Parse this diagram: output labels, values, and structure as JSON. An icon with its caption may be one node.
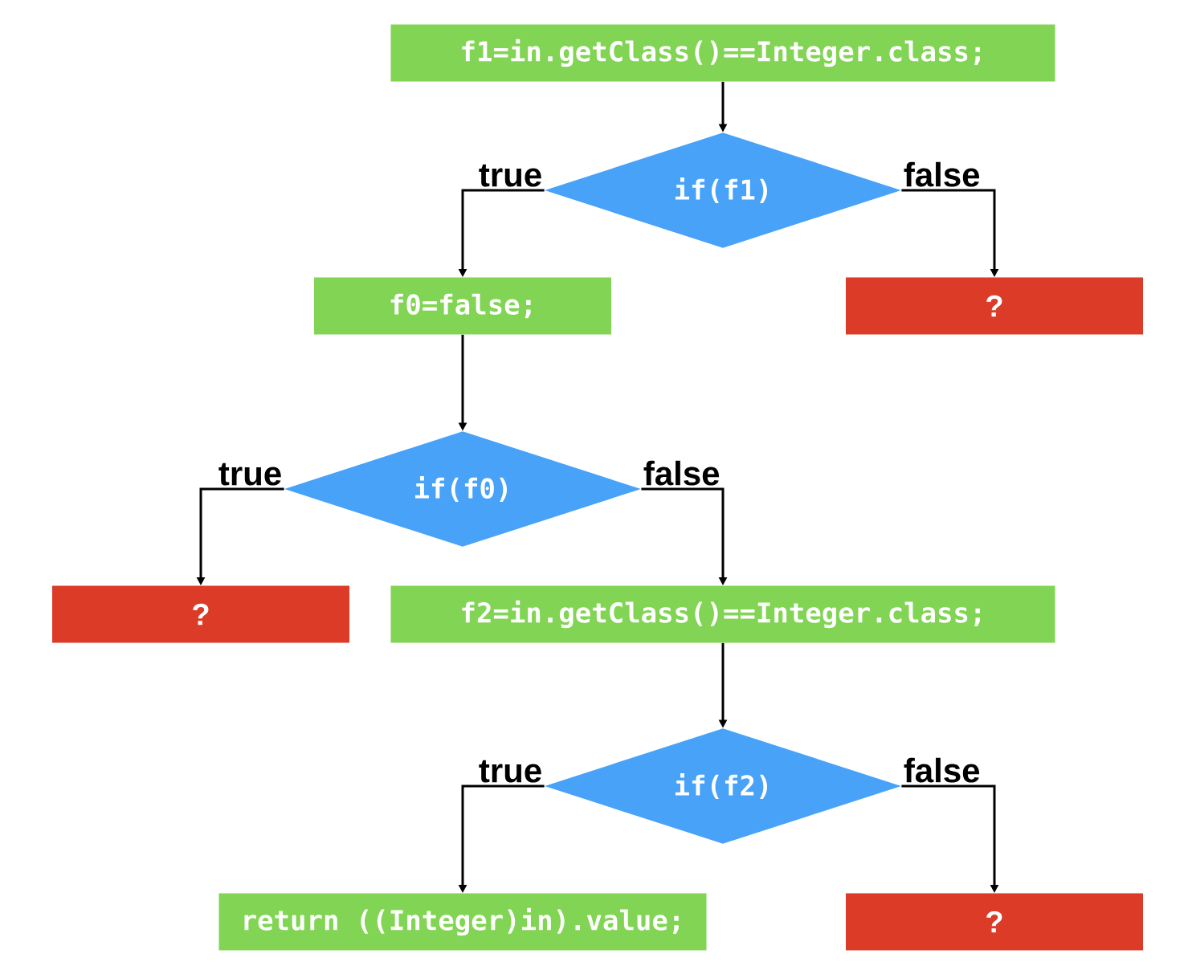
{
  "diagram": {
    "nodes": [
      {
        "text": [
          "f1=in.getClass()==Integer.class;"
        ]
      },
      {
        "text": [
          "if(f1)"
        ]
      },
      {
        "text": [
          "f0=false;"
        ]
      },
      {
        "text": [
          "?"
        ]
      },
      {
        "text": [
          "if(f0)"
        ]
      },
      {
        "text": [
          "?"
        ]
      },
      {
        "text": [
          "f2=in.getClass()==Integer.class;"
        ]
      },
      {
        "text": [
          "if(f2)"
        ]
      },
      {
        "text": [
          "return ((Integer)in).value;"
        ]
      },
      {
        "text": [
          "?"
        ]
      }
    ],
    "edges": [
      {
        "from": 0,
        "to": 1,
        "arrow": "to"
      },
      {
        "from": 1,
        "to": 2,
        "arrow": "to",
        "label": "true"
      },
      {
        "from": 1,
        "to": 3,
        "arrow": "to",
        "label": "false"
      },
      {
        "from": 2,
        "to": 4,
        "arrow": "to"
      },
      {
        "from": 4,
        "to": 5,
        "arrow": "to",
        "label": "true"
      },
      {
        "from": 4,
        "to": 6,
        "arrow": "to",
        "label": "false"
      },
      {
        "from": 6,
        "to": 7,
        "arrow": "to"
      },
      {
        "from": 7,
        "to": 8,
        "arrow": "to",
        "label": "true"
      },
      {
        "from": 7,
        "to": 9,
        "arrow": "to",
        "label": "false"
      }
    ]
  }
}
